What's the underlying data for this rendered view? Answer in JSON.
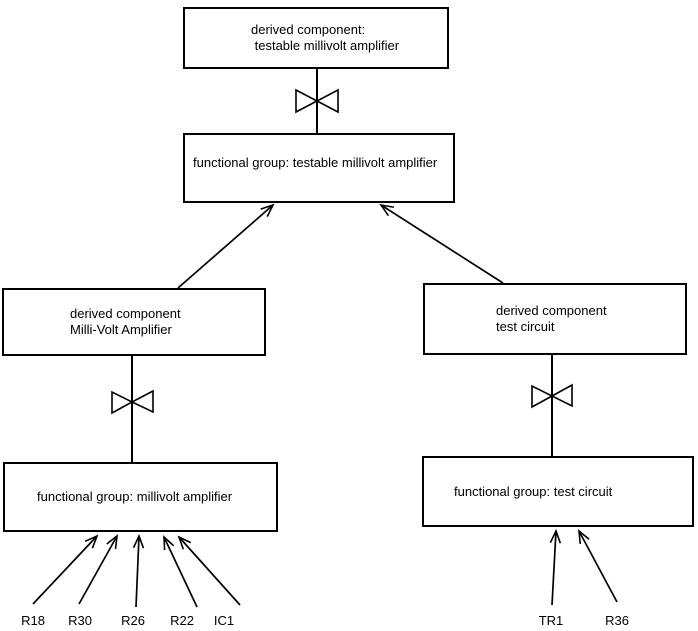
{
  "diagram": {
    "boxes": [
      {
        "lines": [
          "derived component:",
          " testable millivolt amplifier"
        ]
      },
      {
        "lines": [
          "functional group: testable millivolt amplifier"
        ]
      },
      {
        "lines": [
          "derived component",
          "Milli-Volt Amplifier"
        ]
      },
      {
        "lines": [
          "functional group: millivolt amplifier"
        ]
      },
      {
        "lines": [
          "derived component",
          "test circuit"
        ]
      },
      {
        "lines": [
          "functional group: test circuit"
        ]
      }
    ],
    "leaf_labels": [
      "R18",
      "R30",
      "R26",
      "R22",
      "IC1",
      "TR1",
      "R36"
    ],
    "icons": {
      "decomposition_symbol": "bowtie-icon"
    },
    "colors": {
      "line": "#000000",
      "background": "#ffffff",
      "text": "#000000"
    }
  }
}
